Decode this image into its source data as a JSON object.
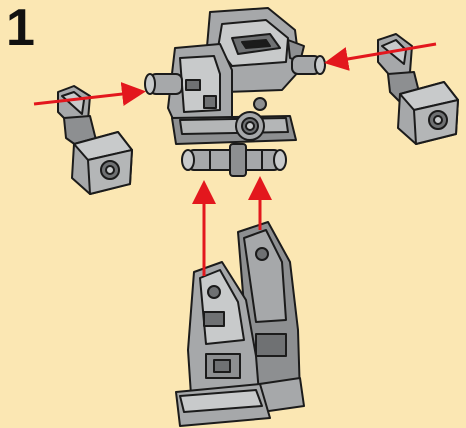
{
  "step": {
    "number": "1"
  },
  "colors": {
    "background": "#fbe7b3",
    "part_fill": "#a6a8aa",
    "part_light": "#c8cacb",
    "part_dark": "#6f7173",
    "outline": "#1b1b1b",
    "arrow": "#e3171d"
  },
  "parts": [
    "torso-assembly",
    "left-arm-assembly",
    "right-arm-assembly",
    "hip-connector",
    "leg-assembly"
  ]
}
